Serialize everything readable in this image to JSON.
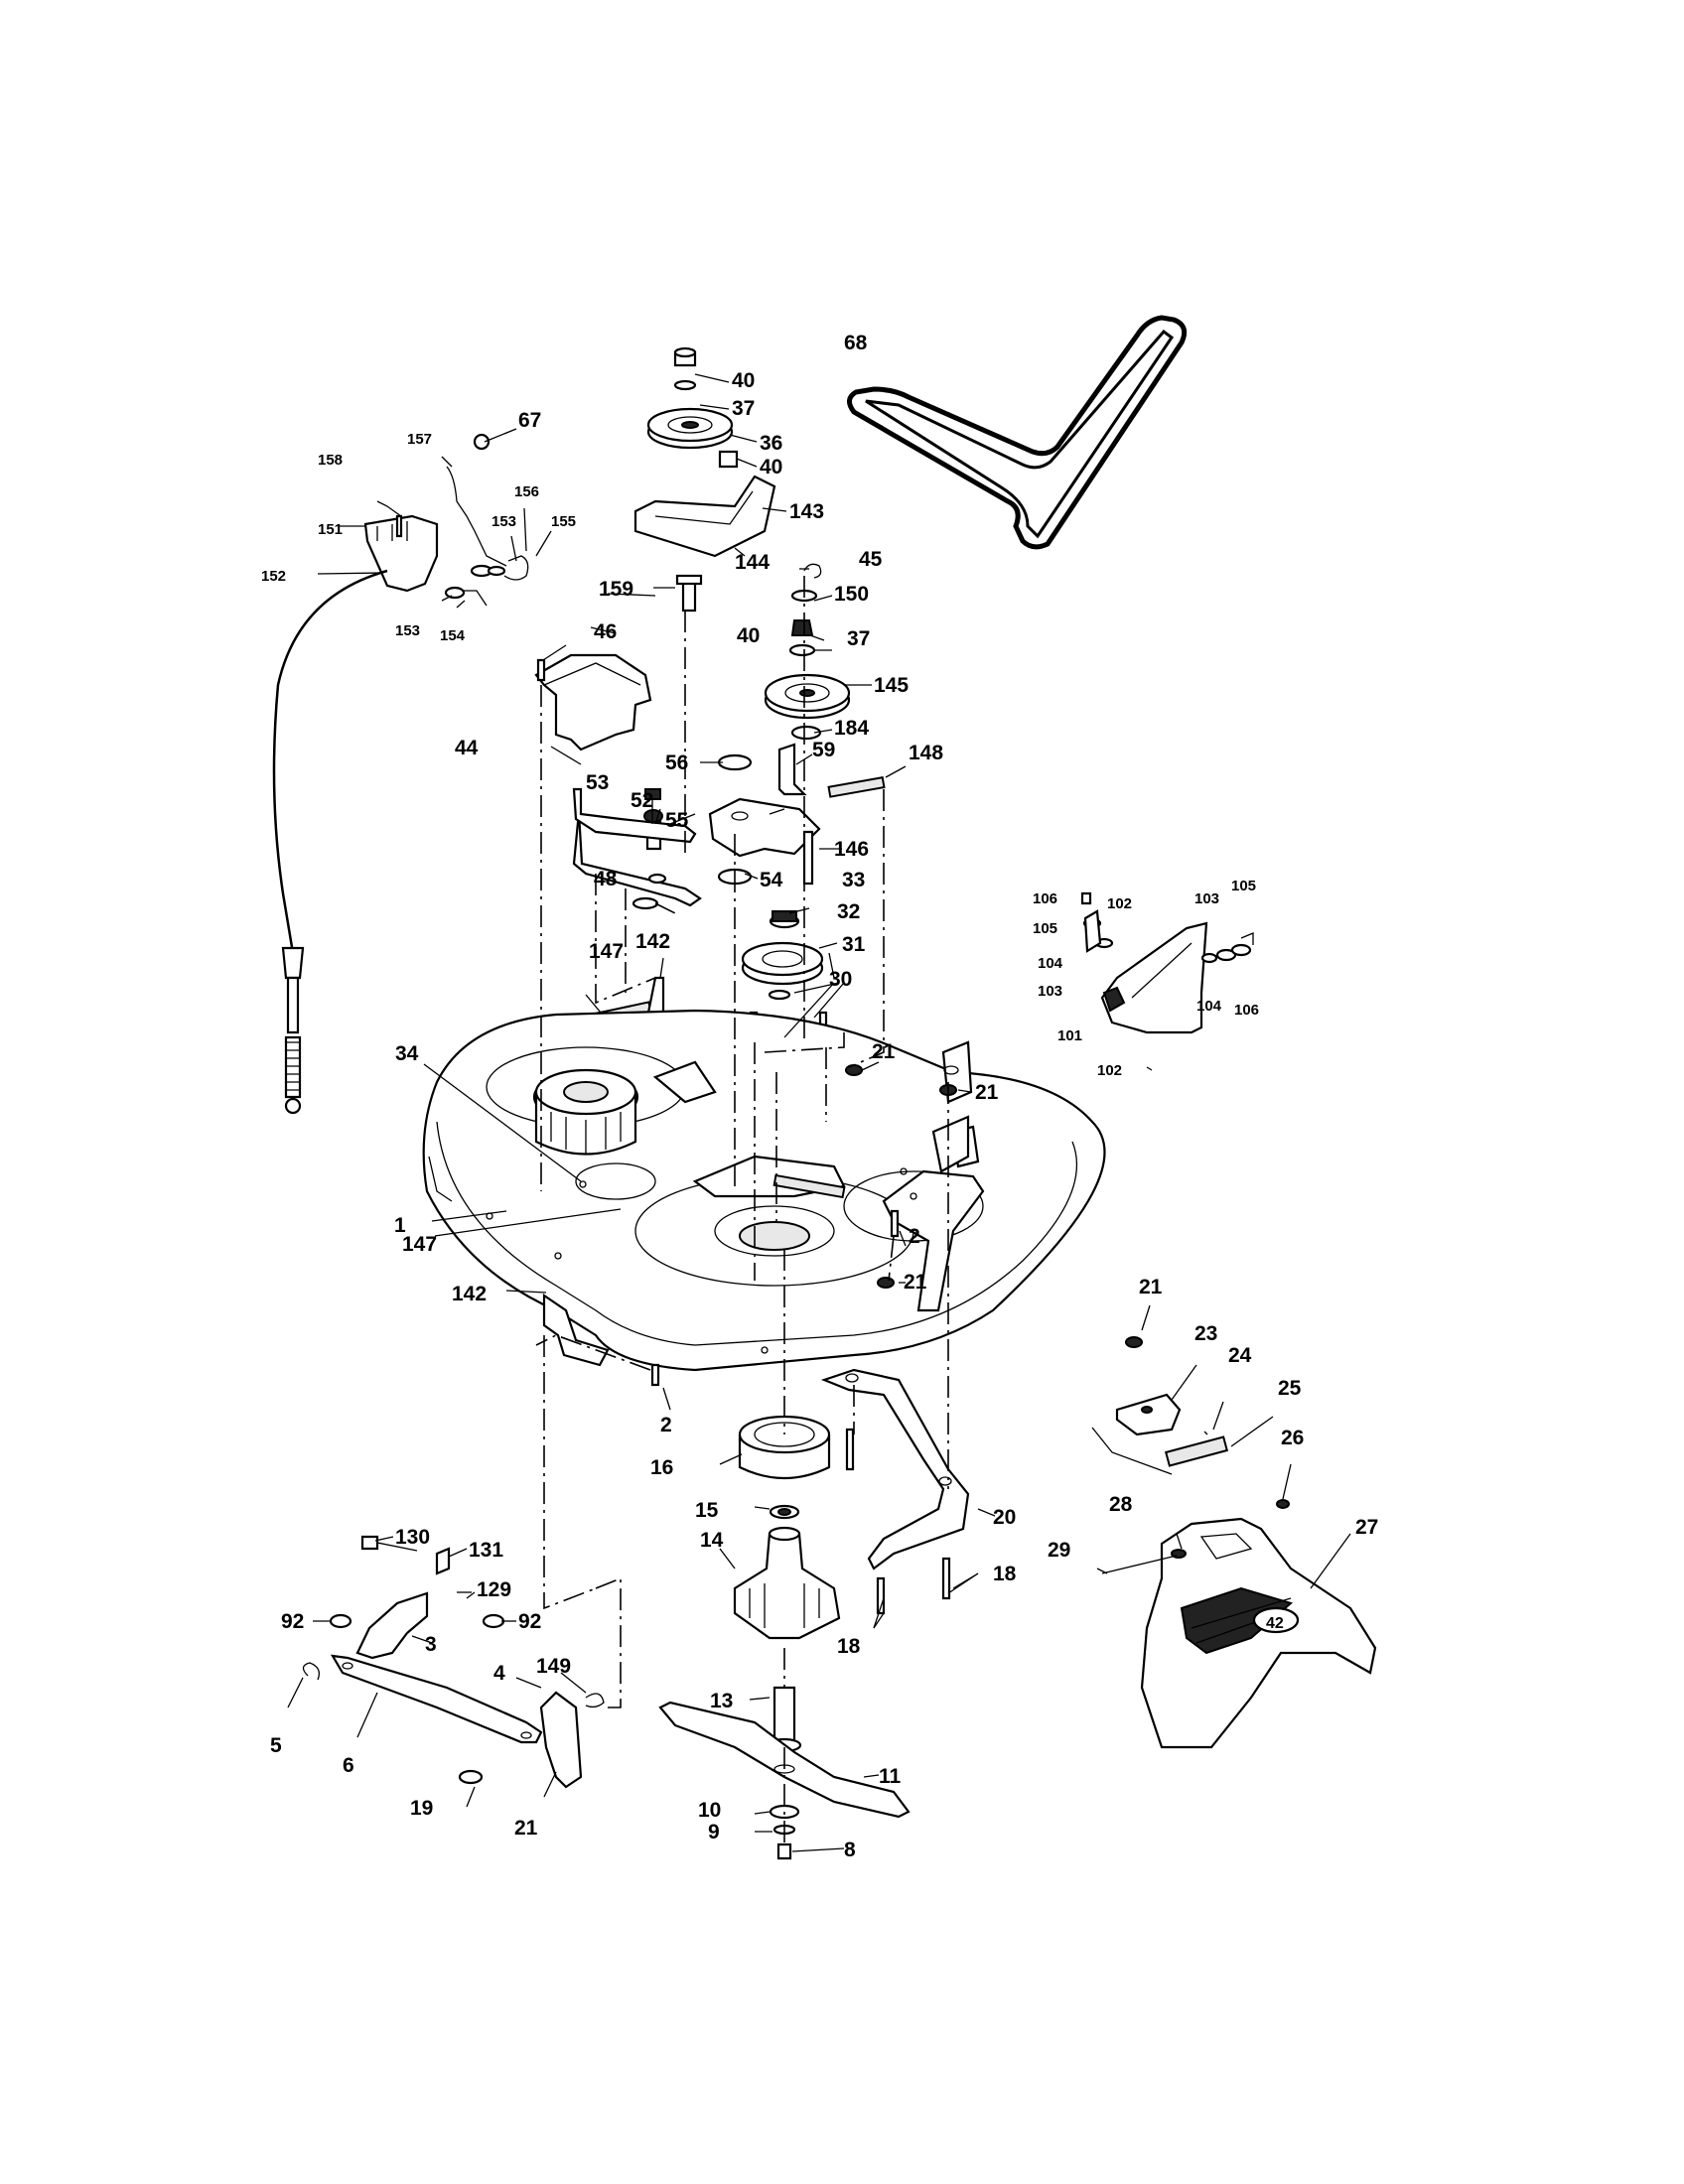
{
  "callouts": [
    {
      "id": "1",
      "label": "1"
    },
    {
      "id": "2a",
      "label": "2"
    },
    {
      "id": "2b",
      "label": "2"
    },
    {
      "id": "3",
      "label": "3"
    },
    {
      "id": "4",
      "label": "4"
    },
    {
      "id": "5",
      "label": "5"
    },
    {
      "id": "6",
      "label": "6"
    },
    {
      "id": "8",
      "label": "8"
    },
    {
      "id": "9",
      "label": "9"
    },
    {
      "id": "10",
      "label": "10"
    },
    {
      "id": "11",
      "label": "11"
    },
    {
      "id": "13",
      "label": "13"
    },
    {
      "id": "14",
      "label": "14"
    },
    {
      "id": "15",
      "label": "15"
    },
    {
      "id": "16",
      "label": "16"
    },
    {
      "id": "18a",
      "label": "18"
    },
    {
      "id": "18b",
      "label": "18"
    },
    {
      "id": "19",
      "label": "19"
    },
    {
      "id": "20",
      "label": "20"
    },
    {
      "id": "21a",
      "label": "21"
    },
    {
      "id": "21b",
      "label": "21"
    },
    {
      "id": "21c",
      "label": "21"
    },
    {
      "id": "21d",
      "label": "21"
    },
    {
      "id": "21e",
      "label": "21"
    },
    {
      "id": "23",
      "label": "23"
    },
    {
      "id": "24",
      "label": "24"
    },
    {
      "id": "25",
      "label": "25"
    },
    {
      "id": "26",
      "label": "26"
    },
    {
      "id": "27",
      "label": "27"
    },
    {
      "id": "28",
      "label": "28"
    },
    {
      "id": "29",
      "label": "29"
    },
    {
      "id": "30",
      "label": "30"
    },
    {
      "id": "31",
      "label": "31"
    },
    {
      "id": "32",
      "label": "32"
    },
    {
      "id": "33",
      "label": "33"
    },
    {
      "id": "34",
      "label": "34"
    },
    {
      "id": "36",
      "label": "36"
    },
    {
      "id": "37a",
      "label": "37"
    },
    {
      "id": "37b",
      "label": "37"
    },
    {
      "id": "40a",
      "label": "40"
    },
    {
      "id": "40b",
      "label": "40"
    },
    {
      "id": "40c",
      "label": "40"
    },
    {
      "id": "44",
      "label": "44"
    },
    {
      "id": "45",
      "label": "45"
    },
    {
      "id": "46",
      "label": "46"
    },
    {
      "id": "48",
      "label": "48"
    },
    {
      "id": "52",
      "label": "52"
    },
    {
      "id": "53",
      "label": "53"
    },
    {
      "id": "54",
      "label": "54"
    },
    {
      "id": "55",
      "label": "55"
    },
    {
      "id": "56",
      "label": "56"
    },
    {
      "id": "59",
      "label": "59"
    },
    {
      "id": "67",
      "label": "67"
    },
    {
      "id": "68",
      "label": "68"
    },
    {
      "id": "92a",
      "label": "92"
    },
    {
      "id": "92b",
      "label": "92"
    },
    {
      "id": "101",
      "label": "101"
    },
    {
      "id": "102a",
      "label": "102"
    },
    {
      "id": "102b",
      "label": "102"
    },
    {
      "id": "103a",
      "label": "103"
    },
    {
      "id": "103b",
      "label": "103"
    },
    {
      "id": "104a",
      "label": "104"
    },
    {
      "id": "104b",
      "label": "104"
    },
    {
      "id": "105a",
      "label": "105"
    },
    {
      "id": "105b",
      "label": "105"
    },
    {
      "id": "106a",
      "label": "106"
    },
    {
      "id": "106b",
      "label": "106"
    },
    {
      "id": "129",
      "label": "129"
    },
    {
      "id": "130",
      "label": "130"
    },
    {
      "id": "131",
      "label": "131"
    },
    {
      "id": "142a",
      "label": "142"
    },
    {
      "id": "142b",
      "label": "142"
    },
    {
      "id": "143",
      "label": "143"
    },
    {
      "id": "144",
      "label": "144"
    },
    {
      "id": "145",
      "label": "145"
    },
    {
      "id": "146",
      "label": "146"
    },
    {
      "id": "147a",
      "label": "147"
    },
    {
      "id": "147b",
      "label": "147"
    },
    {
      "id": "148",
      "label": "148"
    },
    {
      "id": "149",
      "label": "149"
    },
    {
      "id": "150",
      "label": "150"
    },
    {
      "id": "151",
      "label": "151"
    },
    {
      "id": "152",
      "label": "152"
    },
    {
      "id": "153a",
      "label": "153"
    },
    {
      "id": "153b",
      "label": "153"
    },
    {
      "id": "154",
      "label": "154"
    },
    {
      "id": "155",
      "label": "155"
    },
    {
      "id": "156",
      "label": "156"
    },
    {
      "id": "157",
      "label": "157"
    },
    {
      "id": "158",
      "label": "158"
    },
    {
      "id": "159",
      "label": "159"
    },
    {
      "id": "184",
      "label": "184"
    }
  ],
  "deflector_badge": "42"
}
